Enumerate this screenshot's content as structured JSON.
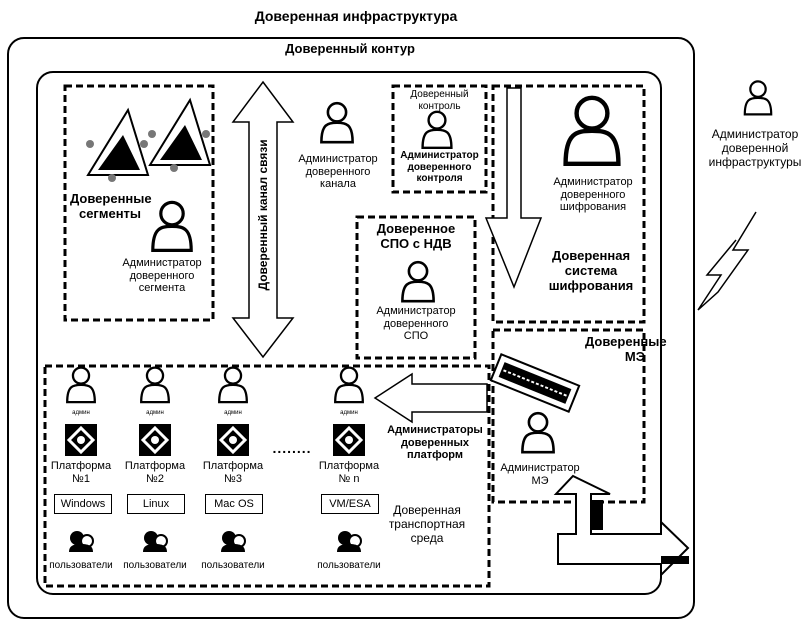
{
  "title": "Доверенная инфраструктура",
  "contour": "Доверенный контур",
  "admin_infra": [
    "Администратор",
    "доверенной",
    "инфраструктуры"
  ],
  "segments": {
    "title": [
      "Доверенные",
      "сегменты"
    ],
    "admin": [
      "Администратор",
      "доверенного",
      "сегмента"
    ]
  },
  "channel": {
    "label": "Доверенный канал связи",
    "admin": [
      "Администратор",
      "доверенного",
      "канала"
    ]
  },
  "control": {
    "title": [
      "Доверенный",
      "контроль"
    ],
    "admin": [
      "Администратор",
      "доверенного",
      "контроля"
    ]
  },
  "crypto": {
    "admin": [
      "Администратор",
      "доверенного",
      "шифрования"
    ],
    "title": [
      "Доверенная",
      "система",
      "шифрования"
    ]
  },
  "spo": {
    "title": [
      "Доверенное",
      "СПО с НДВ"
    ],
    "admin": [
      "Администратор",
      "доверенного",
      "СПО"
    ]
  },
  "firewall": {
    "title": [
      "Доверенные",
      "МЭ"
    ],
    "admin": [
      "Администратор",
      "МЭ"
    ]
  },
  "platform_admins": [
    "Администраторы",
    "доверенных",
    "платформ"
  ],
  "transport": [
    "Доверенная",
    "транспортная",
    "среда"
  ],
  "admin_small": "админ",
  "dots": "........",
  "platforms": [
    {
      "name": [
        "Платформа",
        "№1"
      ],
      "os": "Windows",
      "users": "пользователи"
    },
    {
      "name": [
        "Платформа",
        "№2"
      ],
      "os": "Linux",
      "users": "пользователи"
    },
    {
      "name": [
        "Платформа",
        "№3"
      ],
      "os": "Mac OS",
      "users": "пользователи"
    },
    {
      "name": [
        "Платформа",
        "№ n"
      ],
      "os": "VM/ESA",
      "users": "пользователи"
    }
  ]
}
